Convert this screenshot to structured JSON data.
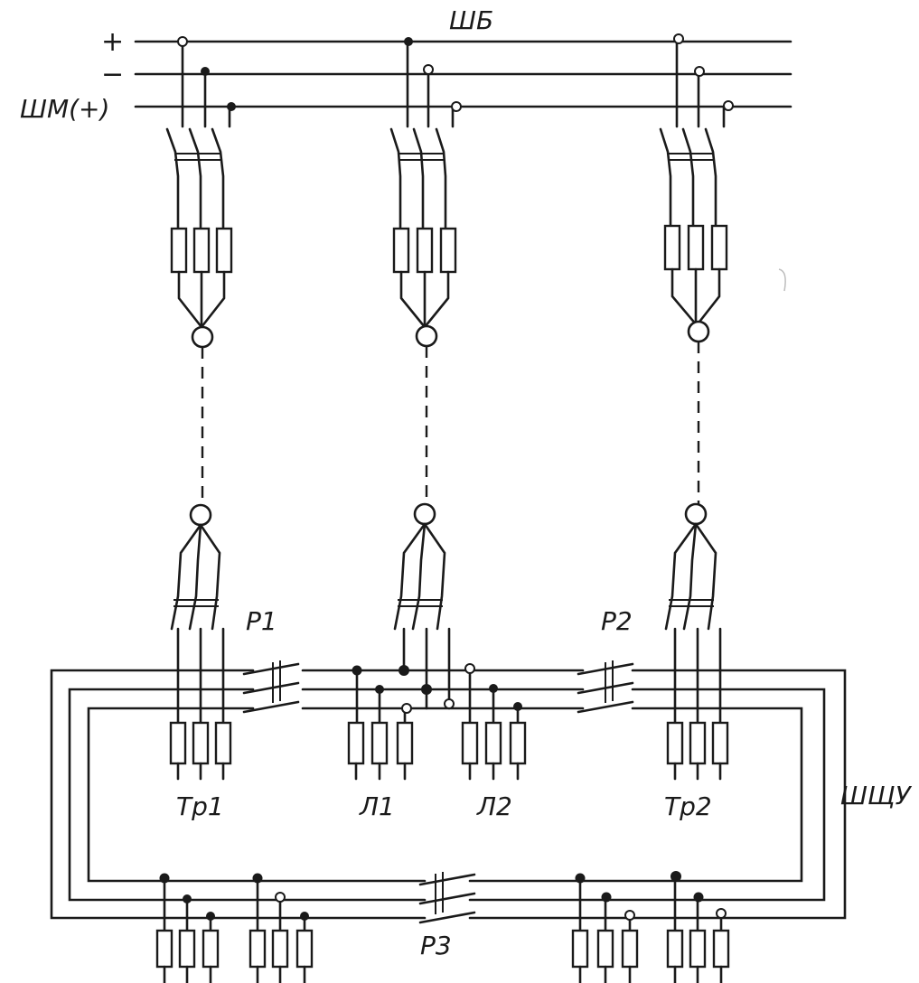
{
  "labels": {
    "bus_top": "ШБ",
    "bus_plus": "+",
    "bus_minus": "−",
    "bus_shm": "ШМ(+)",
    "sw_p1": "P1",
    "sw_p2": "P2",
    "sw_p3": "P3",
    "feeder_tr1": "Тр1",
    "feeder_l1": "Л1",
    "feeder_l2": "Л2",
    "feeder_tr2": "Тр2",
    "panel_name": "ШЩУ"
  },
  "colors": {
    "ink": "#1a1a1a",
    "paper": "#ffffff"
  }
}
